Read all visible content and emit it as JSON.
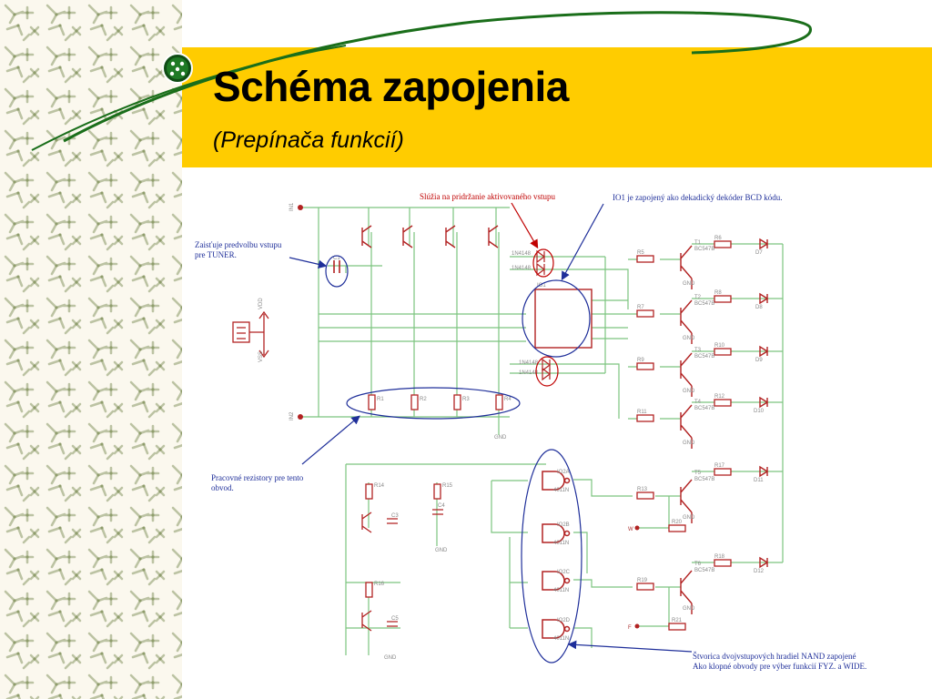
{
  "title": "Schéma zapojenia",
  "subtitle": "(Prepínača funkcií)",
  "colors": {
    "header_band": "#ffcc00",
    "sidebar_bg": "#fbf8ee",
    "wire": "#7cc47f",
    "component": "#b22222",
    "annotation_blue": "#1f2f9a",
    "annotation_red": "#c00000"
  },
  "annotations": {
    "holding": "Slúžia na pridržanie aktivovaného vstupu",
    "io1": "IO1 je zapojený ako dekadický dekóder BCD kódu.",
    "preselect": [
      "Zaisťuje predvolbu vstupu",
      "pre TUNER."
    ],
    "resistors": [
      "Pracovné rezistory pre tento",
      "obvod."
    ],
    "nand": [
      "Štvorica dvojvstupových hradiel NAND zapojené",
      "Ako klopné obvody pre výber funkcií FYZ. a WIDE."
    ]
  },
  "schematic_labels": {
    "inputs": [
      "IN1",
      "IN2"
    ],
    "supply": [
      "VDD",
      "VSS"
    ],
    "capacitor_c1": "C1",
    "io1": "IO1",
    "gnd": "GND",
    "diodes_top": [
      "1N4148",
      "1N4148"
    ],
    "diodes_mid": [
      "1N4148",
      "1N4148"
    ],
    "work_resistors": [
      "R1",
      "R2",
      "R3",
      "R4"
    ],
    "drivers": [
      {
        "t": "T1",
        "type": "BC547B",
        "r_in": "R5",
        "r_led": "R6",
        "led": "D7"
      },
      {
        "t": "T2",
        "type": "BC547B",
        "r_in": "R7",
        "r_led": "R8",
        "led": "D8"
      },
      {
        "t": "T3",
        "type": "BC547B",
        "r_in": "R9",
        "r_led": "R10",
        "led": "D9"
      },
      {
        "t": "T4",
        "type": "BC547B",
        "r_in": "R11",
        "r_led": "R12",
        "led": "D10"
      },
      {
        "t": "T5",
        "type": "BC547B",
        "r_in": "R13",
        "r_led": "R17",
        "led": "D11"
      },
      {
        "t": "T6",
        "type": "BC547B",
        "r_in": "R19",
        "r_led": "R18",
        "led": "D12"
      }
    ],
    "gates": [
      {
        "name": "IO2A",
        "chip": "4011N"
      },
      {
        "name": "IO2B",
        "chip": "4011N"
      },
      {
        "name": "IO2C",
        "chip": "4011N"
      },
      {
        "name": "IO2D",
        "chip": "4011N"
      }
    ],
    "lower_left": [
      "R14",
      "R15",
      "C3",
      "C4",
      "R16",
      "C5"
    ],
    "lower_inputs": [
      {
        "label": "W",
        "r": "R20"
      },
      {
        "label": "F",
        "r": "R21"
      }
    ]
  }
}
